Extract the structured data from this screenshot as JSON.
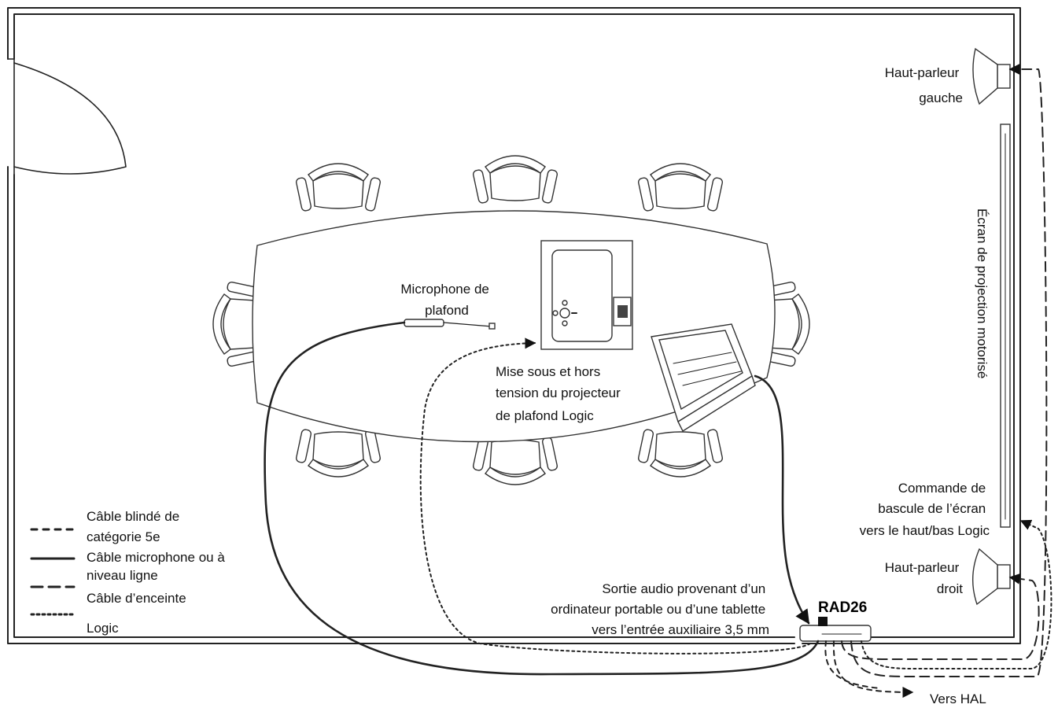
{
  "labels": {
    "speaker_left": [
      "Haut-parleur",
      "gauche"
    ],
    "screen": "Écran de projection motorisé",
    "microphone": [
      "Microphone de",
      "plafond"
    ],
    "projector_power": [
      "Mise sous et hors",
      "tension du projecteur",
      "de plafond Logic"
    ],
    "screen_control": [
      "Commande de",
      "bascule de l’écran",
      "vers le haut/bas Logic"
    ],
    "speaker_right": [
      "Haut-parleur",
      "droit"
    ],
    "audio_out": [
      "Sortie audio provenant d’un",
      "ordinateur portable ou d’une tablette",
      "vers l’entrée auxiliaire 3,5 mm"
    ],
    "device": "RAD26",
    "to_hal": "Vers HAL"
  },
  "legend": [
    {
      "style": "short-dash",
      "label": [
        "Câble blindé de",
        "catégorie 5e"
      ]
    },
    {
      "style": "solid",
      "label": [
        "Câble microphone ou à",
        "niveau ligne"
      ]
    },
    {
      "style": "long-dash",
      "label": [
        "Câble d’enceinte"
      ]
    },
    {
      "style": "dotted",
      "label": [
        "Logic"
      ]
    }
  ]
}
